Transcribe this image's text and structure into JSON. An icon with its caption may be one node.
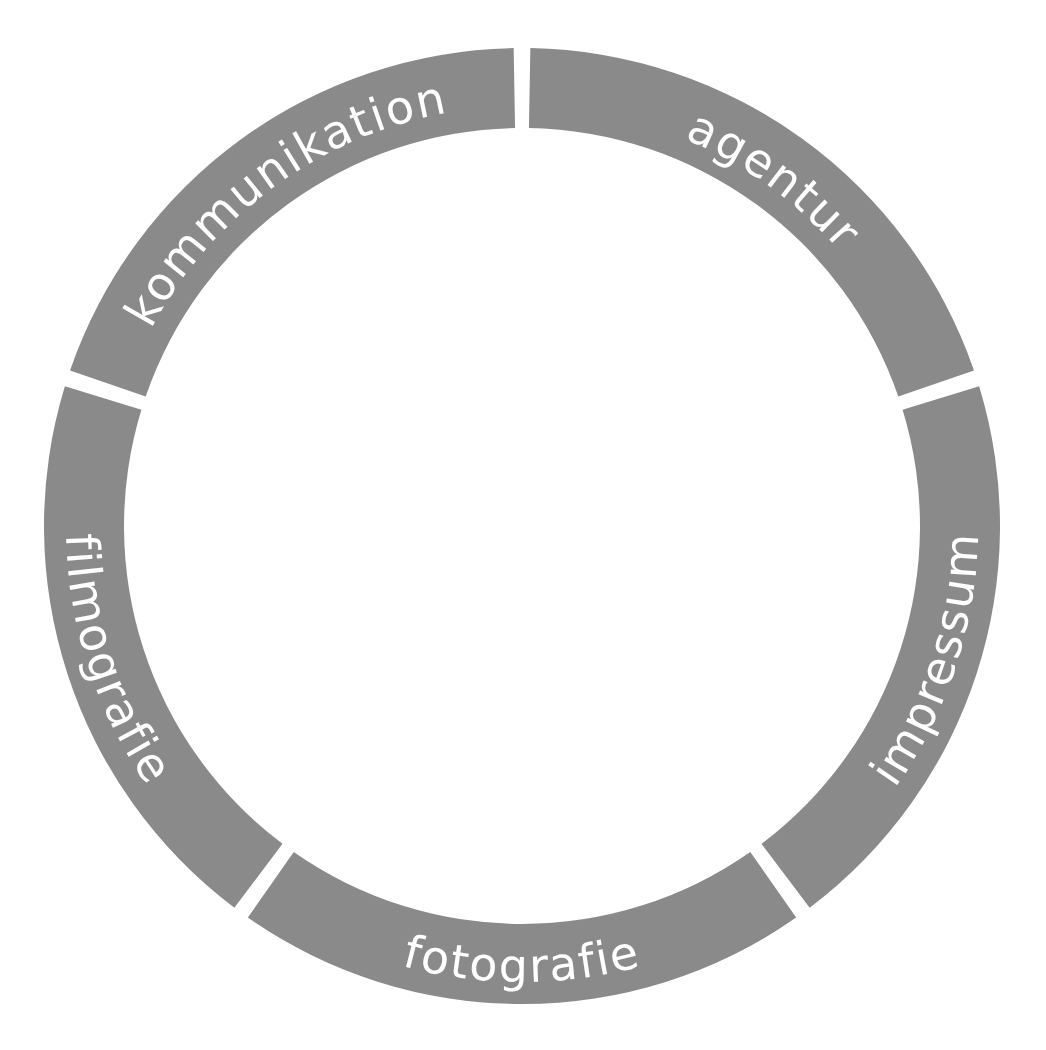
{
  "diagram": {
    "nodes": [
      {
        "text": [
          "kommunikation"
        ]
      },
      {
        "text": [
          "agentur"
        ]
      },
      {
        "text": [
          "impressum"
        ]
      },
      {
        "text": [
          "fotografie"
        ]
      },
      {
        "text": [
          "filmografie"
        ]
      }
    ]
  }
}
